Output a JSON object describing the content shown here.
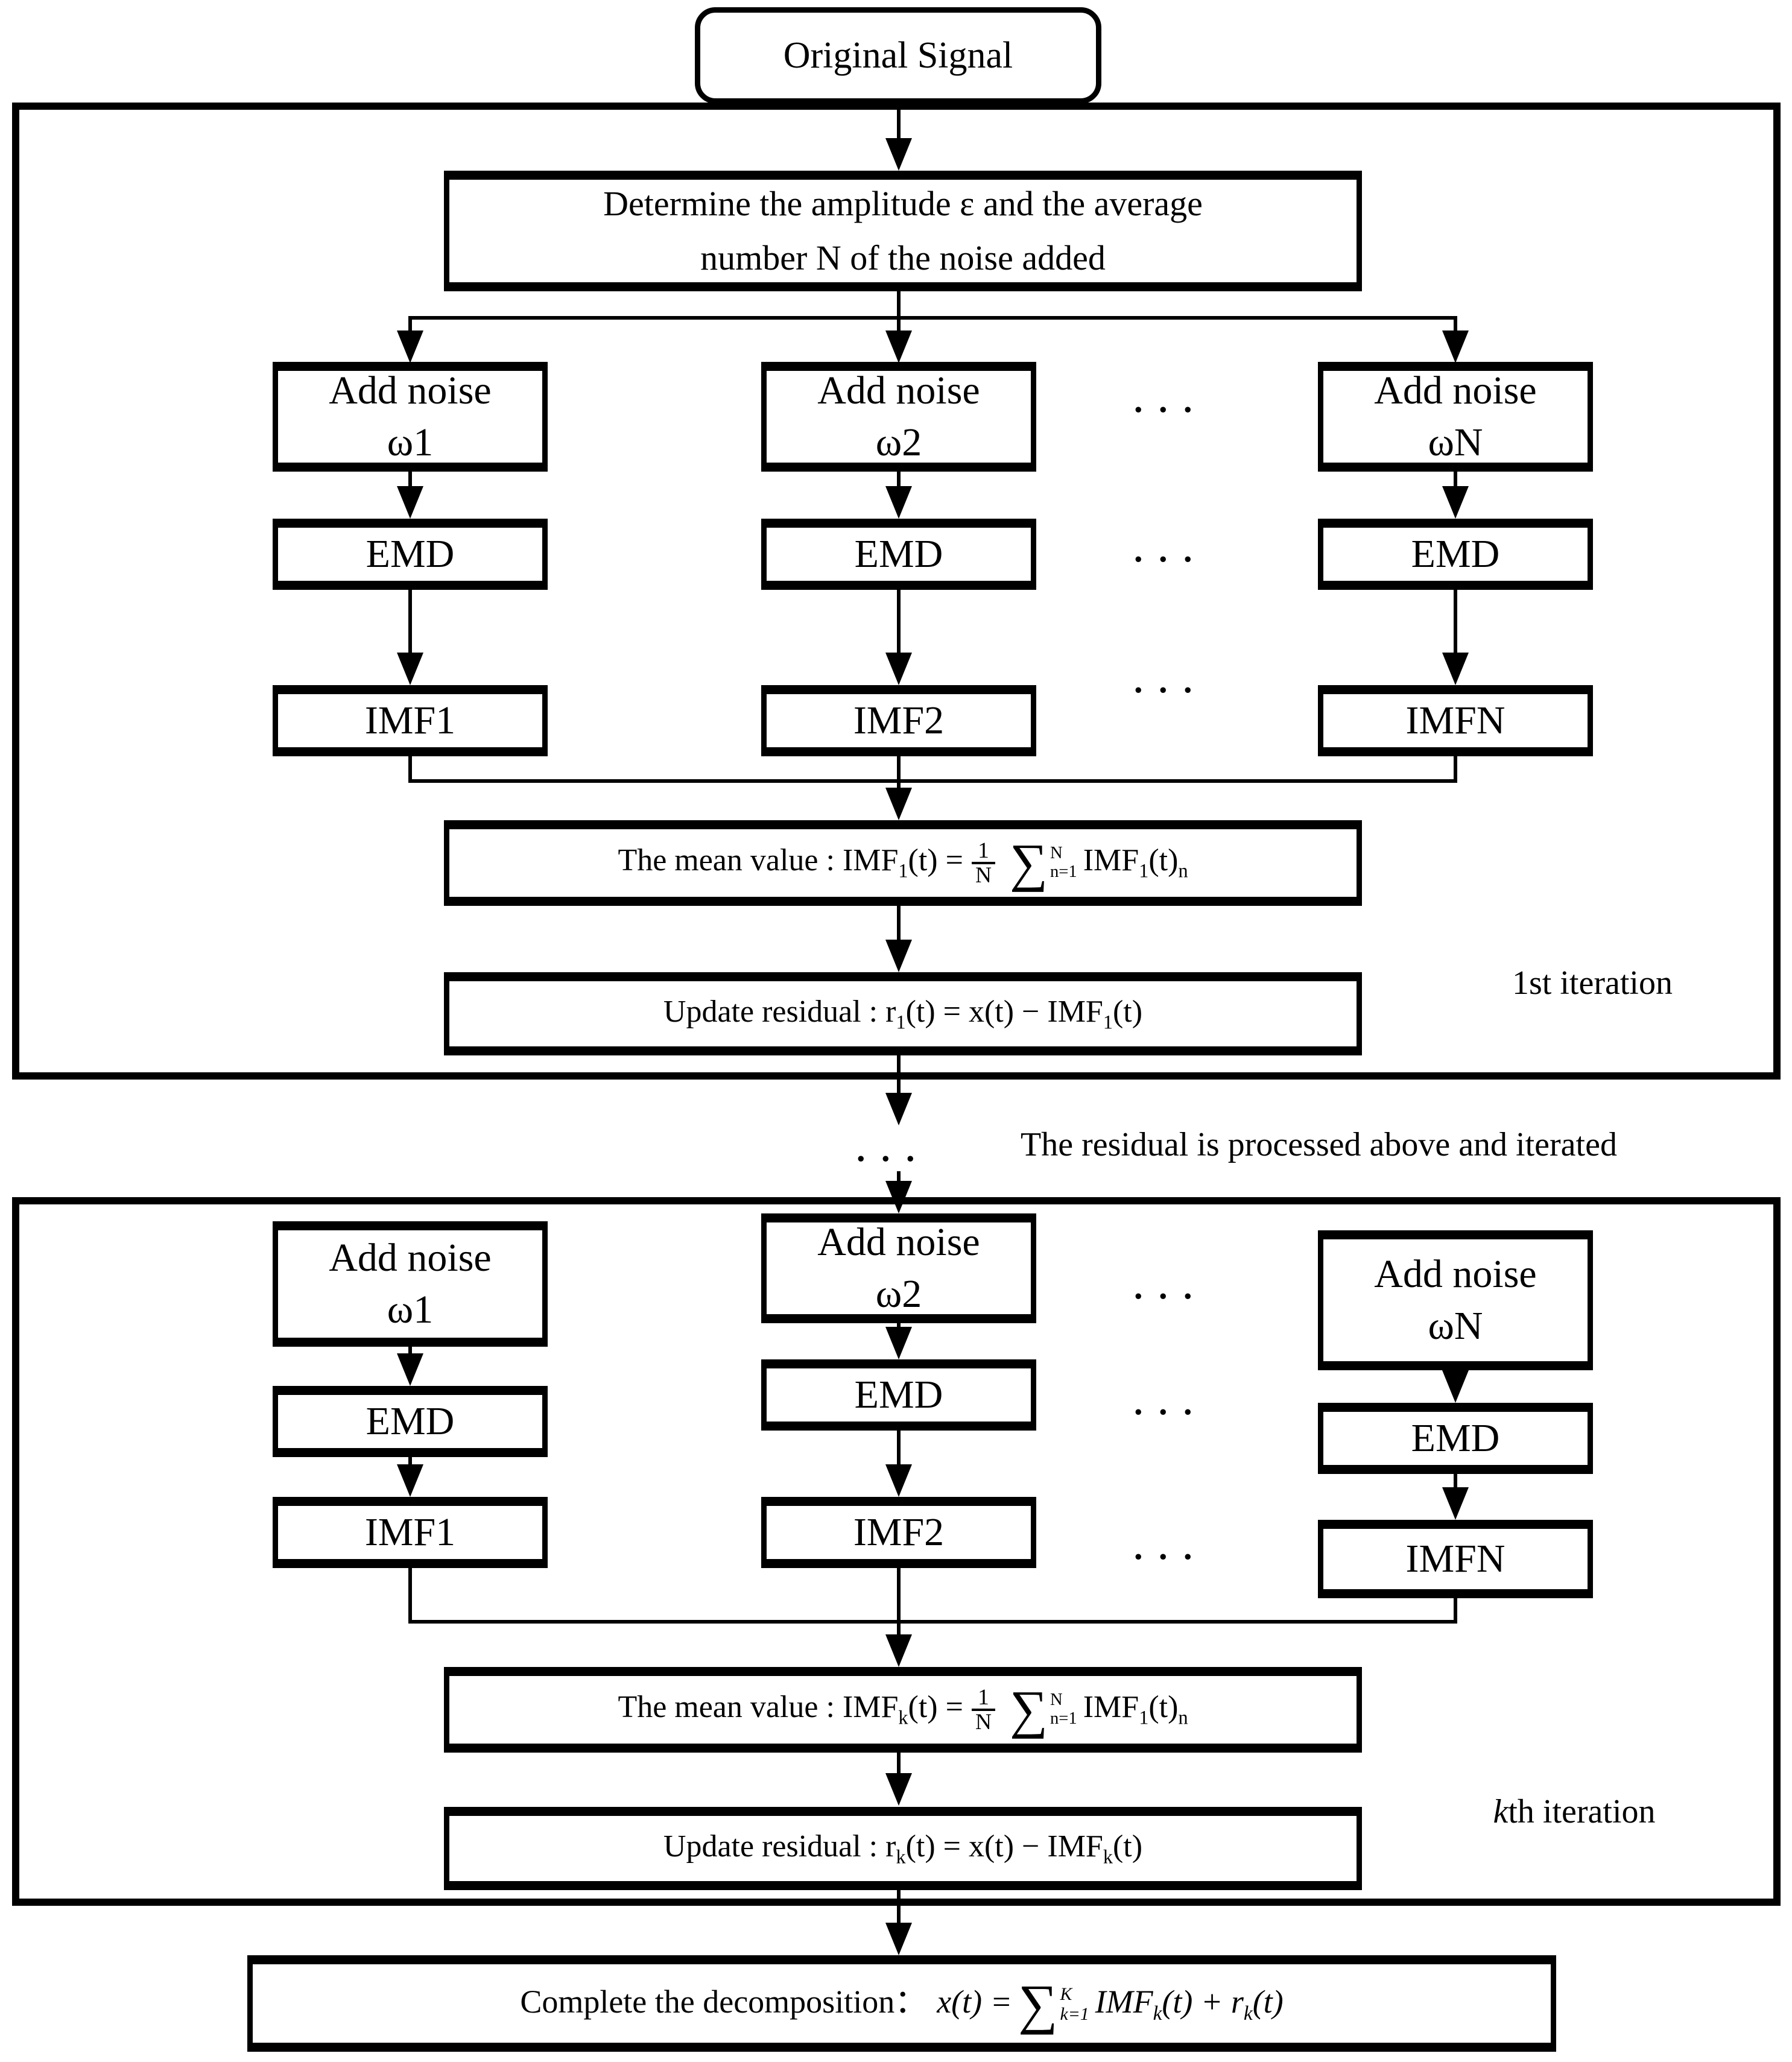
{
  "nodes": {
    "original_signal": "Original Signal",
    "determine": {
      "line1": "Determine the amplitude ε and the average",
      "line2": "number N of the noise added"
    },
    "add_noise_label": "Add noise",
    "noise_ids": [
      "ω1",
      "ω2",
      "ωN"
    ],
    "emd_label": "EMD",
    "imf_labels": [
      "IMF1",
      "IMF2",
      "IMFN"
    ],
    "dots": ". . ."
  },
  "annotations": {
    "iteration1": "1st iteration",
    "iterationk_italic": "k",
    "iterationk_rest": "th iteration",
    "residual_note": "The residual is processed above and iterated"
  },
  "formulas": {
    "mean1": {
      "prefix": "The mean value : IMF",
      "prefix_sub": "1",
      "eq": "(t) =",
      "num": "1",
      "den": "N",
      "sigma": "∑",
      "sum_top": "N",
      "sum_bot": "n=1",
      "t1": "IMF",
      "t1_sub": "1",
      "t2": "(t)",
      "t2_sub": "n"
    },
    "update1": {
      "a": "Update residual : r",
      "a_sub": "1",
      "b": "(t) = x(t) − IMF",
      "b_sub": "1",
      "c": "(t)"
    },
    "mean2": {
      "prefix": "The mean value : IMF",
      "prefix_sub": "k",
      "eq": "(t) =",
      "num": "1",
      "den": "N",
      "sigma": "∑",
      "sum_top": "N",
      "sum_bot": "n=1",
      "t1": "IMF",
      "t1_sub": "1",
      "t2": "(t)",
      "t2_sub": "n"
    },
    "update2": {
      "a": "Update residual : r",
      "a_sub": "k",
      "b": "(t) = x(t) − IMF",
      "b_sub": "k",
      "c": "(t)"
    },
    "complete": {
      "label": "Complete the decomposition：",
      "lead": "x(t) =",
      "sigma": "∑",
      "sum_top": "K",
      "sum_bot": "k=1",
      "t1": "IMF",
      "t1_sub": "k",
      "t2": "(t) + r",
      "t2_sub": "k",
      "t3": "(t)"
    }
  }
}
